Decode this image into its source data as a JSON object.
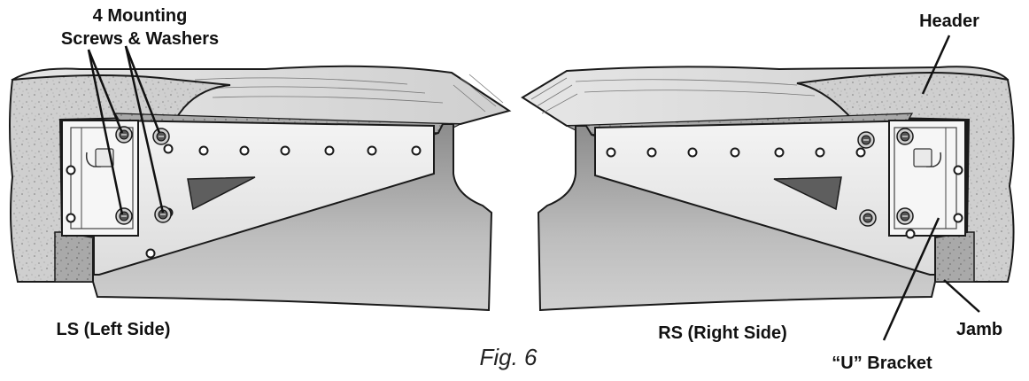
{
  "figure": {
    "caption": "Fig. 6",
    "callouts": {
      "screws_line1": "4 Mounting",
      "screws_line2": "Screws & Washers",
      "header": "Header",
      "jamb": "Jamb",
      "u_bracket": "“U” Bracket"
    },
    "sides": {
      "left": "LS (Left Side)",
      "right": "RS (Right Side)"
    }
  },
  "colors": {
    "outline": "#1a1a1a",
    "wood_face": "#d6d6d6",
    "plaster": "#bdbdbd",
    "rail": "#9a9a9a",
    "bracket": "#ececec",
    "bracket_light": "#f7f7f7"
  }
}
